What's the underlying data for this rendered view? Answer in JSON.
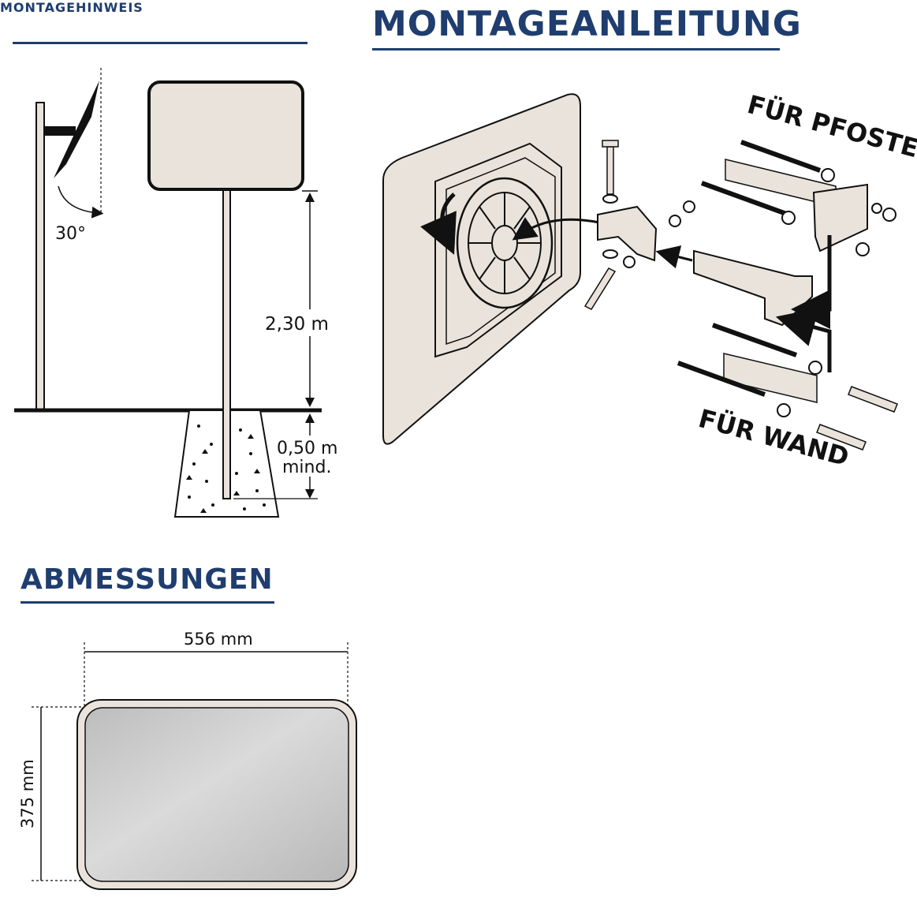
{
  "headings": {
    "montagehinweis": "MONTAGEHINWEIS",
    "montageanleitung": "MONTAGEANLEITUNG",
    "abmessungen": "ABMESSUNGEN"
  },
  "hinweis": {
    "angle": "30°",
    "height": "2,30 m",
    "depth": "0,50 m",
    "depth_note": "mind."
  },
  "anleitung": {
    "pfosten_label": "FÜR PFOSTEN",
    "wand_label": "FÜR WAND"
  },
  "abmessungen": {
    "width": "556 mm",
    "height": "375 mm"
  },
  "colors": {
    "heading": "#1f3d6e",
    "mirror_fill": "#e9e3db",
    "mirror_face": "#c8c8c8",
    "ink": "#111111"
  }
}
